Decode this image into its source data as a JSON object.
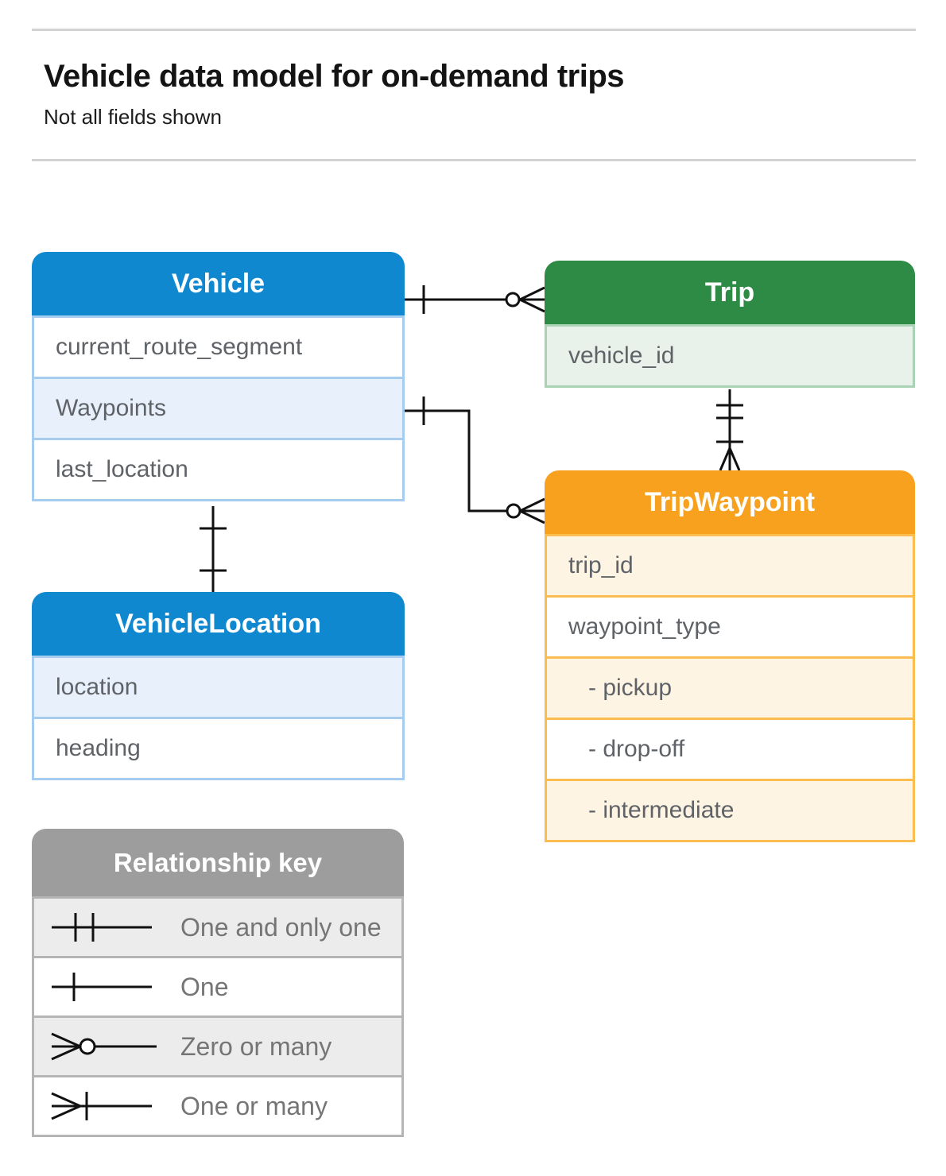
{
  "page": {
    "title": "Vehicle data model for on-demand trips",
    "subtitle": "Not all fields shown"
  },
  "entities": {
    "vehicle": {
      "title": "Vehicle",
      "rows": [
        "current_route_segment",
        "Waypoints",
        "last_location"
      ]
    },
    "trip": {
      "title": "Trip",
      "rows": [
        "vehicle_id"
      ]
    },
    "trip_waypoint": {
      "title": "TripWaypoint",
      "rows": [
        "trip_id",
        "waypoint_type",
        "- pickup",
        "- drop-off",
        "- intermediate"
      ]
    },
    "vehicle_location": {
      "title": "VehicleLocation",
      "rows": [
        "location",
        "heading"
      ]
    }
  },
  "legend": {
    "title": "Relationship key",
    "items": [
      {
        "symbol": "one-and-only-one",
        "label": "One and only one"
      },
      {
        "symbol": "one",
        "label": "One"
      },
      {
        "symbol": "zero-or-many",
        "label": "Zero or many"
      },
      {
        "symbol": "one-or-many",
        "label": "One or many"
      }
    ]
  },
  "relationships": [
    {
      "from": "Vehicle",
      "to": "Trip",
      "from_cardinality": "one",
      "to_cardinality": "zero-or-many"
    },
    {
      "from": "Vehicle.Waypoints",
      "to": "TripWaypoint",
      "from_cardinality": "one",
      "to_cardinality": "zero-or-many"
    },
    {
      "from": "Trip",
      "to": "TripWaypoint",
      "from_cardinality": "one-and-only-one",
      "to_cardinality": "one-or-many"
    },
    {
      "from": "Vehicle",
      "to": "VehicleLocation",
      "cardinality": "one-and-only-one"
    }
  ],
  "colors": {
    "vehicle_accent": "#1088d0",
    "vehicle_tint": "#e8f1fb",
    "trip_accent": "#2e8b46",
    "trip_tint": "#e8f2ea",
    "trip_waypoint_accent": "#f8a11e",
    "trip_waypoint_tint": "#fdf4e3",
    "legend_accent": "#9d9d9d",
    "legend_tint": "#ececec",
    "connector": "#111111"
  }
}
